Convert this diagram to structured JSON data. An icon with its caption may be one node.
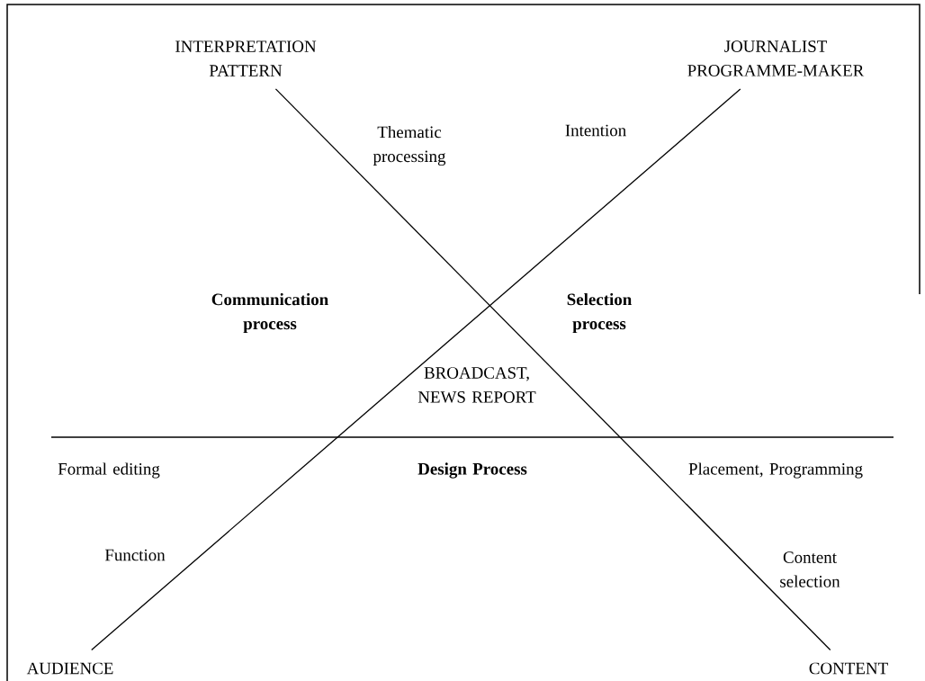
{
  "diagram": {
    "nodes": [
      {
        "text": [
          "INTERPRETATION PATTERN"
        ]
      },
      {
        "text": [
          "JOURNALIST PROGRAMME-MAKER"
        ]
      },
      {
        "text": [
          "AUDIENCE"
        ]
      },
      {
        "text": [
          "CONTENT"
        ]
      }
    ],
    "edges": [
      {
        "from": 0,
        "to": 3,
        "arrow": "none"
      },
      {
        "from": 1,
        "to": 2,
        "arrow": "none"
      }
    ],
    "labels": [
      "Thematic processing",
      "Intention",
      "Communication process",
      "Selection process",
      "BROADCAST, NEWS REPORT",
      "Formal editing",
      "Design Process",
      "Placement, Programming",
      "Function",
      "Content selection"
    ]
  }
}
